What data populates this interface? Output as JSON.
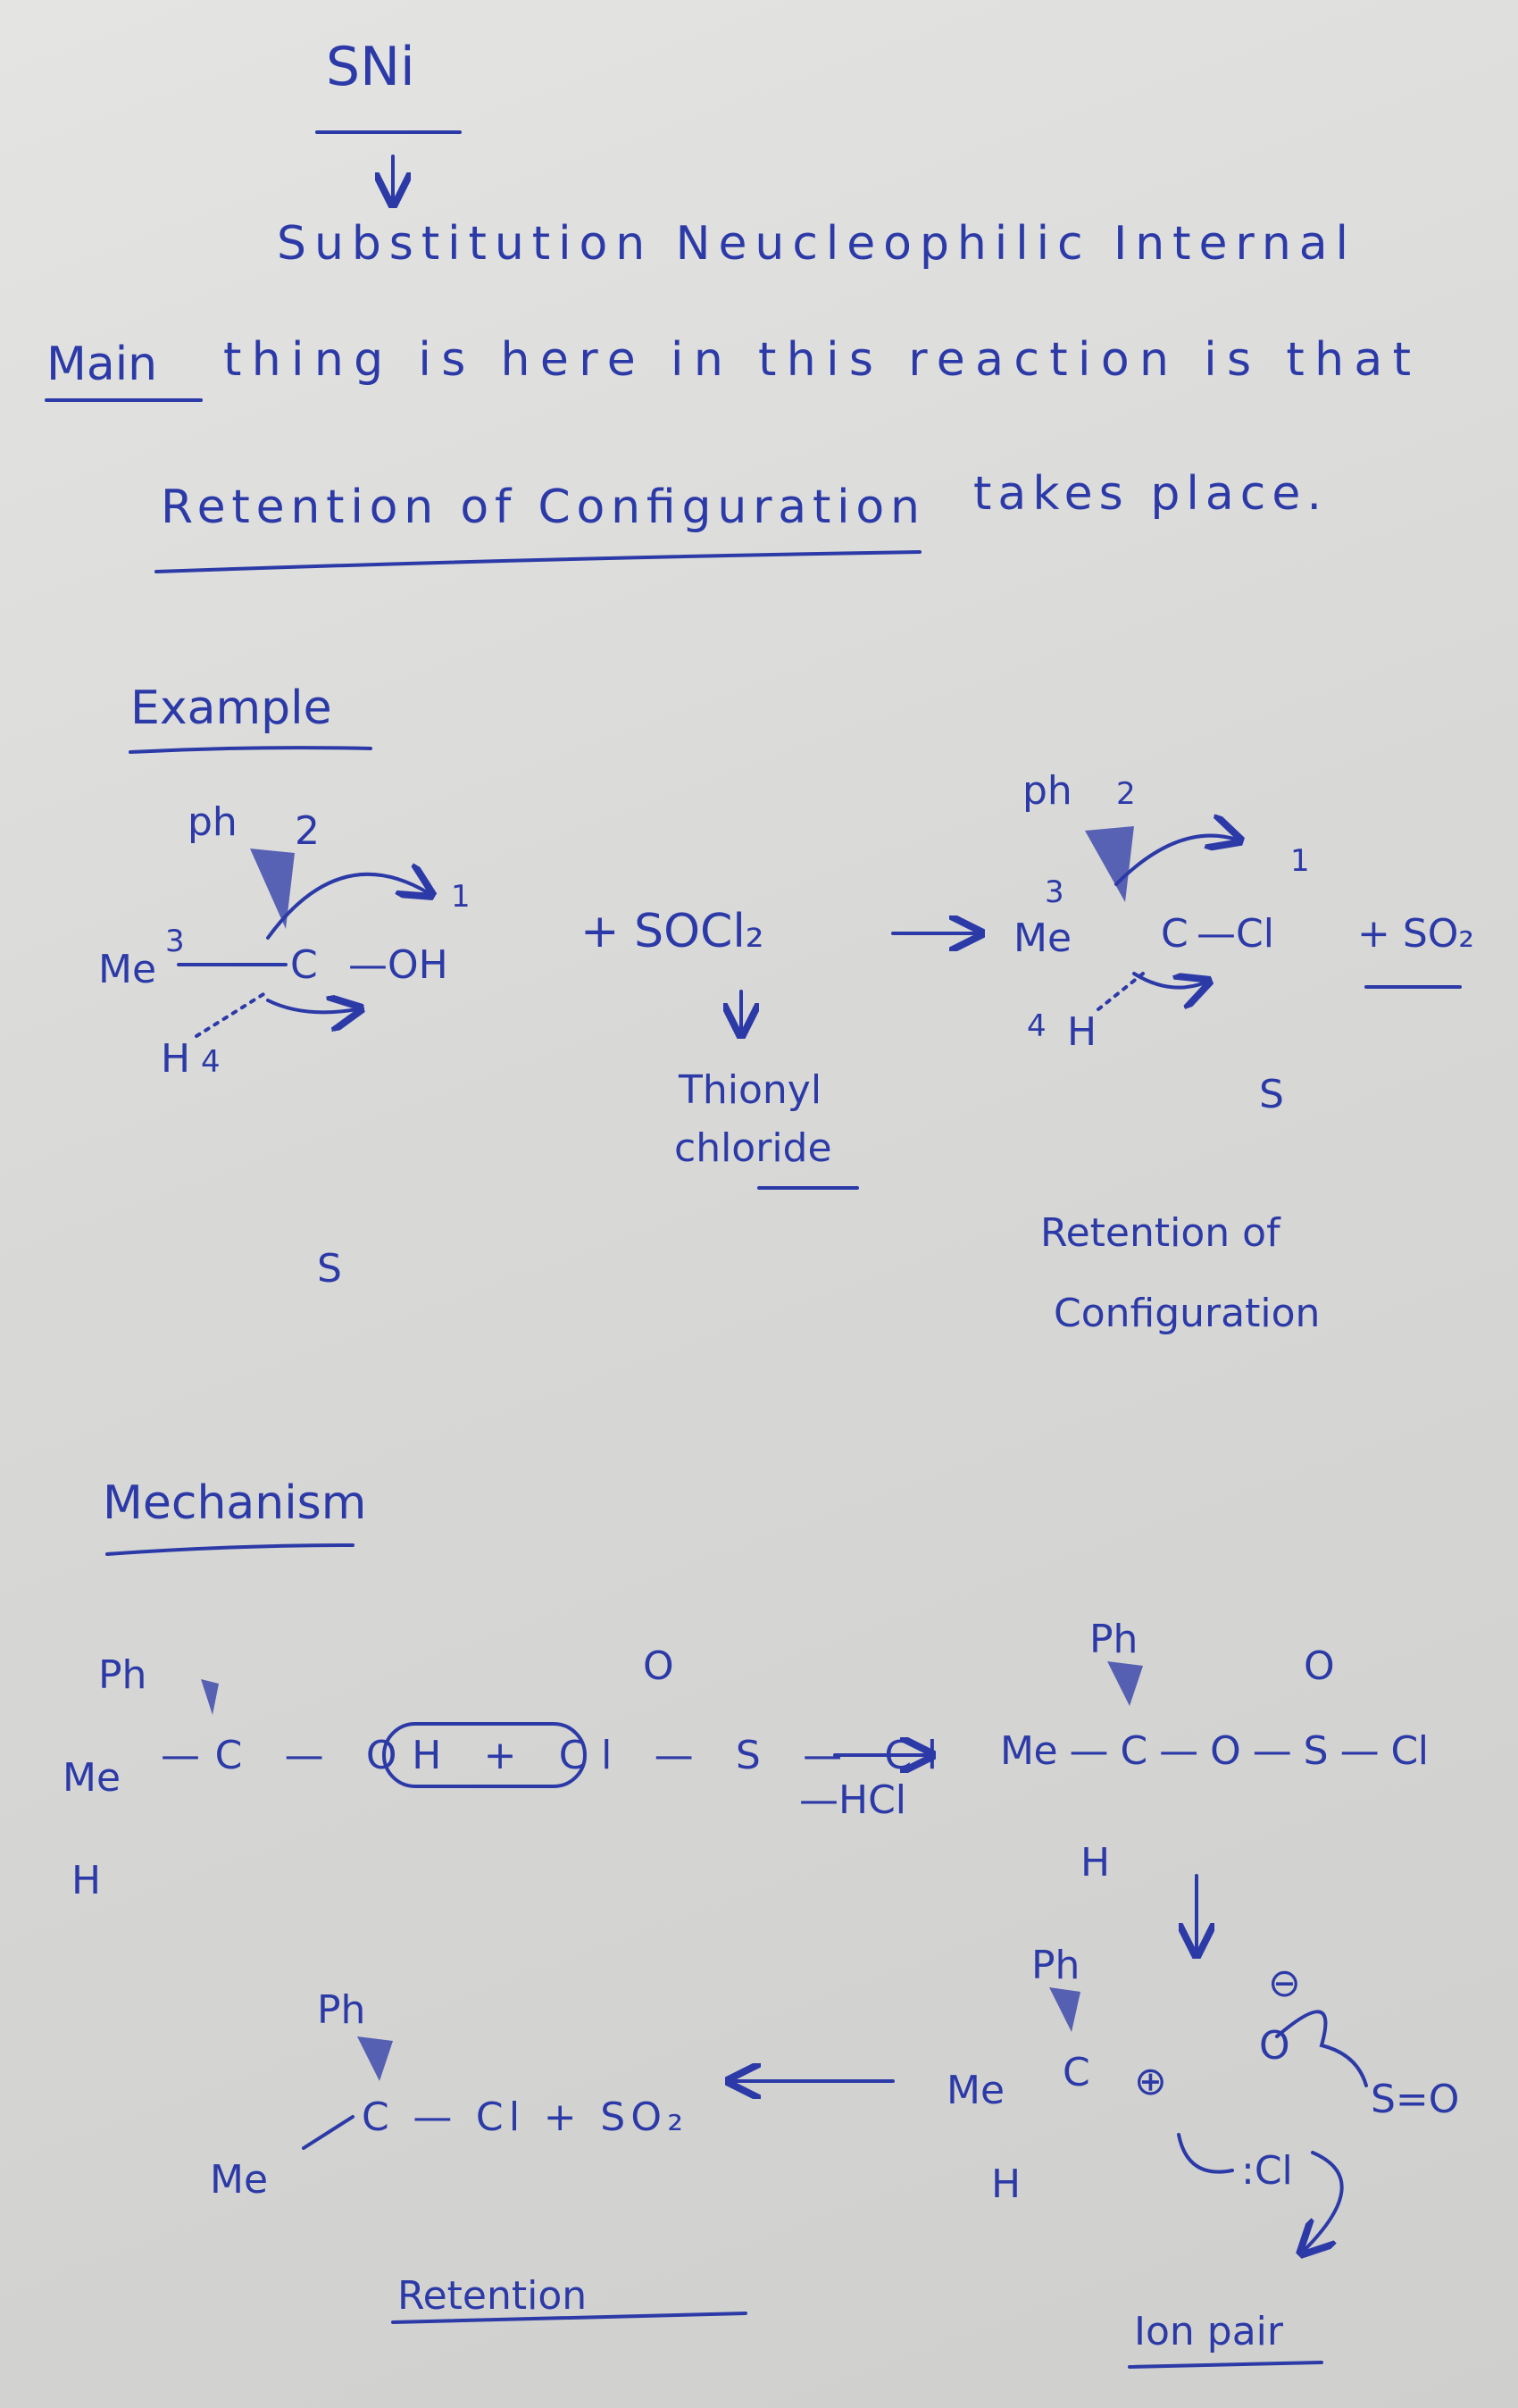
{
  "title": "SNi",
  "subtitle": "Substitution Neucleophilic Internal",
  "statement": {
    "lead": "Main",
    "rest": "thing is here in this reaction is that"
  },
  "conclusion": {
    "underlined": "Retention of Configuration",
    "rest": "takes place."
  },
  "example": {
    "heading": "Example",
    "reactant": {
      "ph": "ph",
      "me": "Me",
      "h": "H",
      "c": "C",
      "oh": "—OH",
      "n_ph": "2",
      "n_me": "3",
      "n_h": "4",
      "n_oh": "1",
      "config": "S"
    },
    "plus_reagent": "+ SOCl₂",
    "reagent_name": [
      "Thionyl",
      "chloride"
    ],
    "product": {
      "ph": "ph",
      "me": "Me",
      "h": "H",
      "c": "C",
      "cl": "—Cl",
      "n_ph": "2",
      "n_me": "3",
      "n_h": "4",
      "n_cl": "1",
      "config": "S",
      "byproduct": "+ SO₂"
    },
    "result": [
      "Retention of",
      "Configuration"
    ]
  },
  "mechanism": {
    "heading": "Mechanism",
    "step1": {
      "ph": "Ph",
      "me": "Me",
      "h": "H",
      "chain": "—C — OH  +  Cl — S — Cl",
      "oxygen": "O",
      "loss": "—HCl"
    },
    "step2": {
      "ph": "Ph",
      "chain": "Me — C — O — S — Cl",
      "oxygen": "O",
      "h": "H"
    },
    "step3": {
      "ph": "Ph",
      "me": "Me",
      "c": "C",
      "plus": "⊕",
      "h": "H",
      "minus": "⊖",
      "o": "O",
      "so": "S=O",
      "cl": ":Cl",
      "label": "Ion pair"
    },
    "step4": {
      "ph": "Ph",
      "me": "Me",
      "chain": "C — Cl + SO₂",
      "label": "Retention"
    }
  }
}
